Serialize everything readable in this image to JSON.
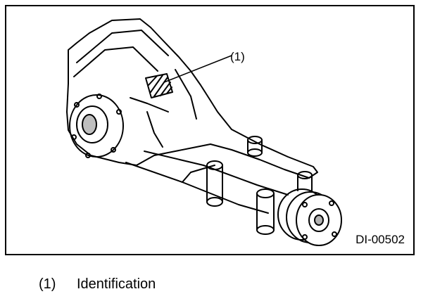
{
  "figure": {
    "figure_id": "DI-00502",
    "callout_label": "(1)"
  },
  "legend": {
    "items": [
      {
        "number": "(1)",
        "text": "Identification"
      }
    ]
  }
}
